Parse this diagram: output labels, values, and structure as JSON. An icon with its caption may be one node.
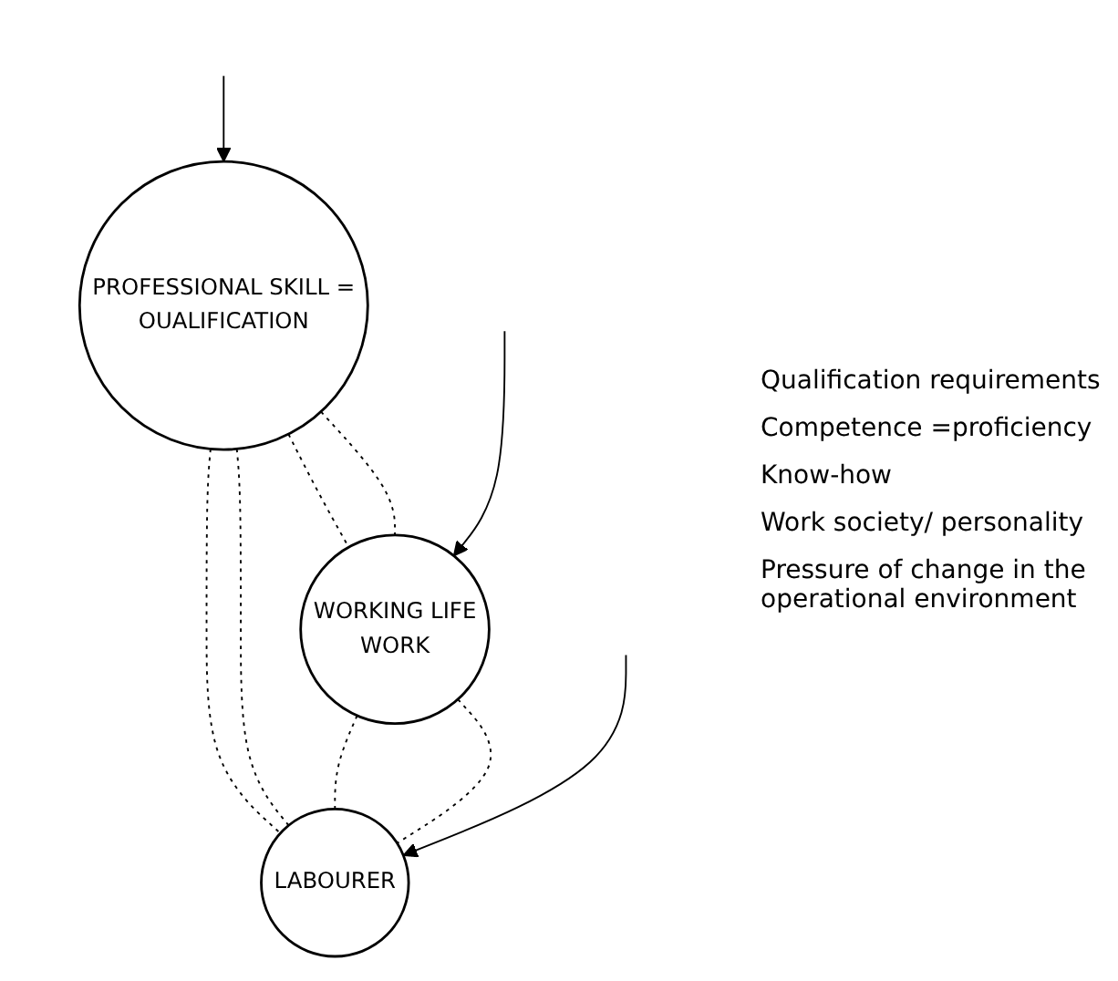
{
  "diagram": {
    "nodes": [
      {
        "text": [
          "PROFESSIONAL SKILL =",
          "OUALIFICATION"
        ]
      },
      {
        "text": [
          "WORKING LIFE",
          "WORK"
        ]
      },
      {
        "text": [
          "LABOURER"
        ]
      }
    ],
    "edges": [
      {
        "from": 0,
        "to": 1,
        "arrow": "none",
        "style": "dashed"
      },
      {
        "from": 0,
        "to": 1,
        "arrow": "none",
        "style": "dashed"
      },
      {
        "from": 0,
        "to": 2,
        "arrow": "none",
        "style": "dashed"
      },
      {
        "from": 0,
        "to": 2,
        "arrow": "none",
        "style": "dashed"
      },
      {
        "from": 1,
        "to": 2,
        "arrow": "none",
        "style": "dashed"
      },
      {
        "from": 1,
        "to": 2,
        "arrow": "none",
        "style": "dashed"
      },
      {
        "from": null,
        "to": 0,
        "arrow": "to"
      },
      {
        "from": null,
        "to": 1,
        "arrow": "to"
      },
      {
        "from": null,
        "to": 2,
        "arrow": "to"
      }
    ],
    "labels": [
      "Qualification requirements",
      "Competence =proficiency",
      "Know-how",
      "Work society/ personality",
      "Pressure of change in the operational environment"
    ]
  }
}
